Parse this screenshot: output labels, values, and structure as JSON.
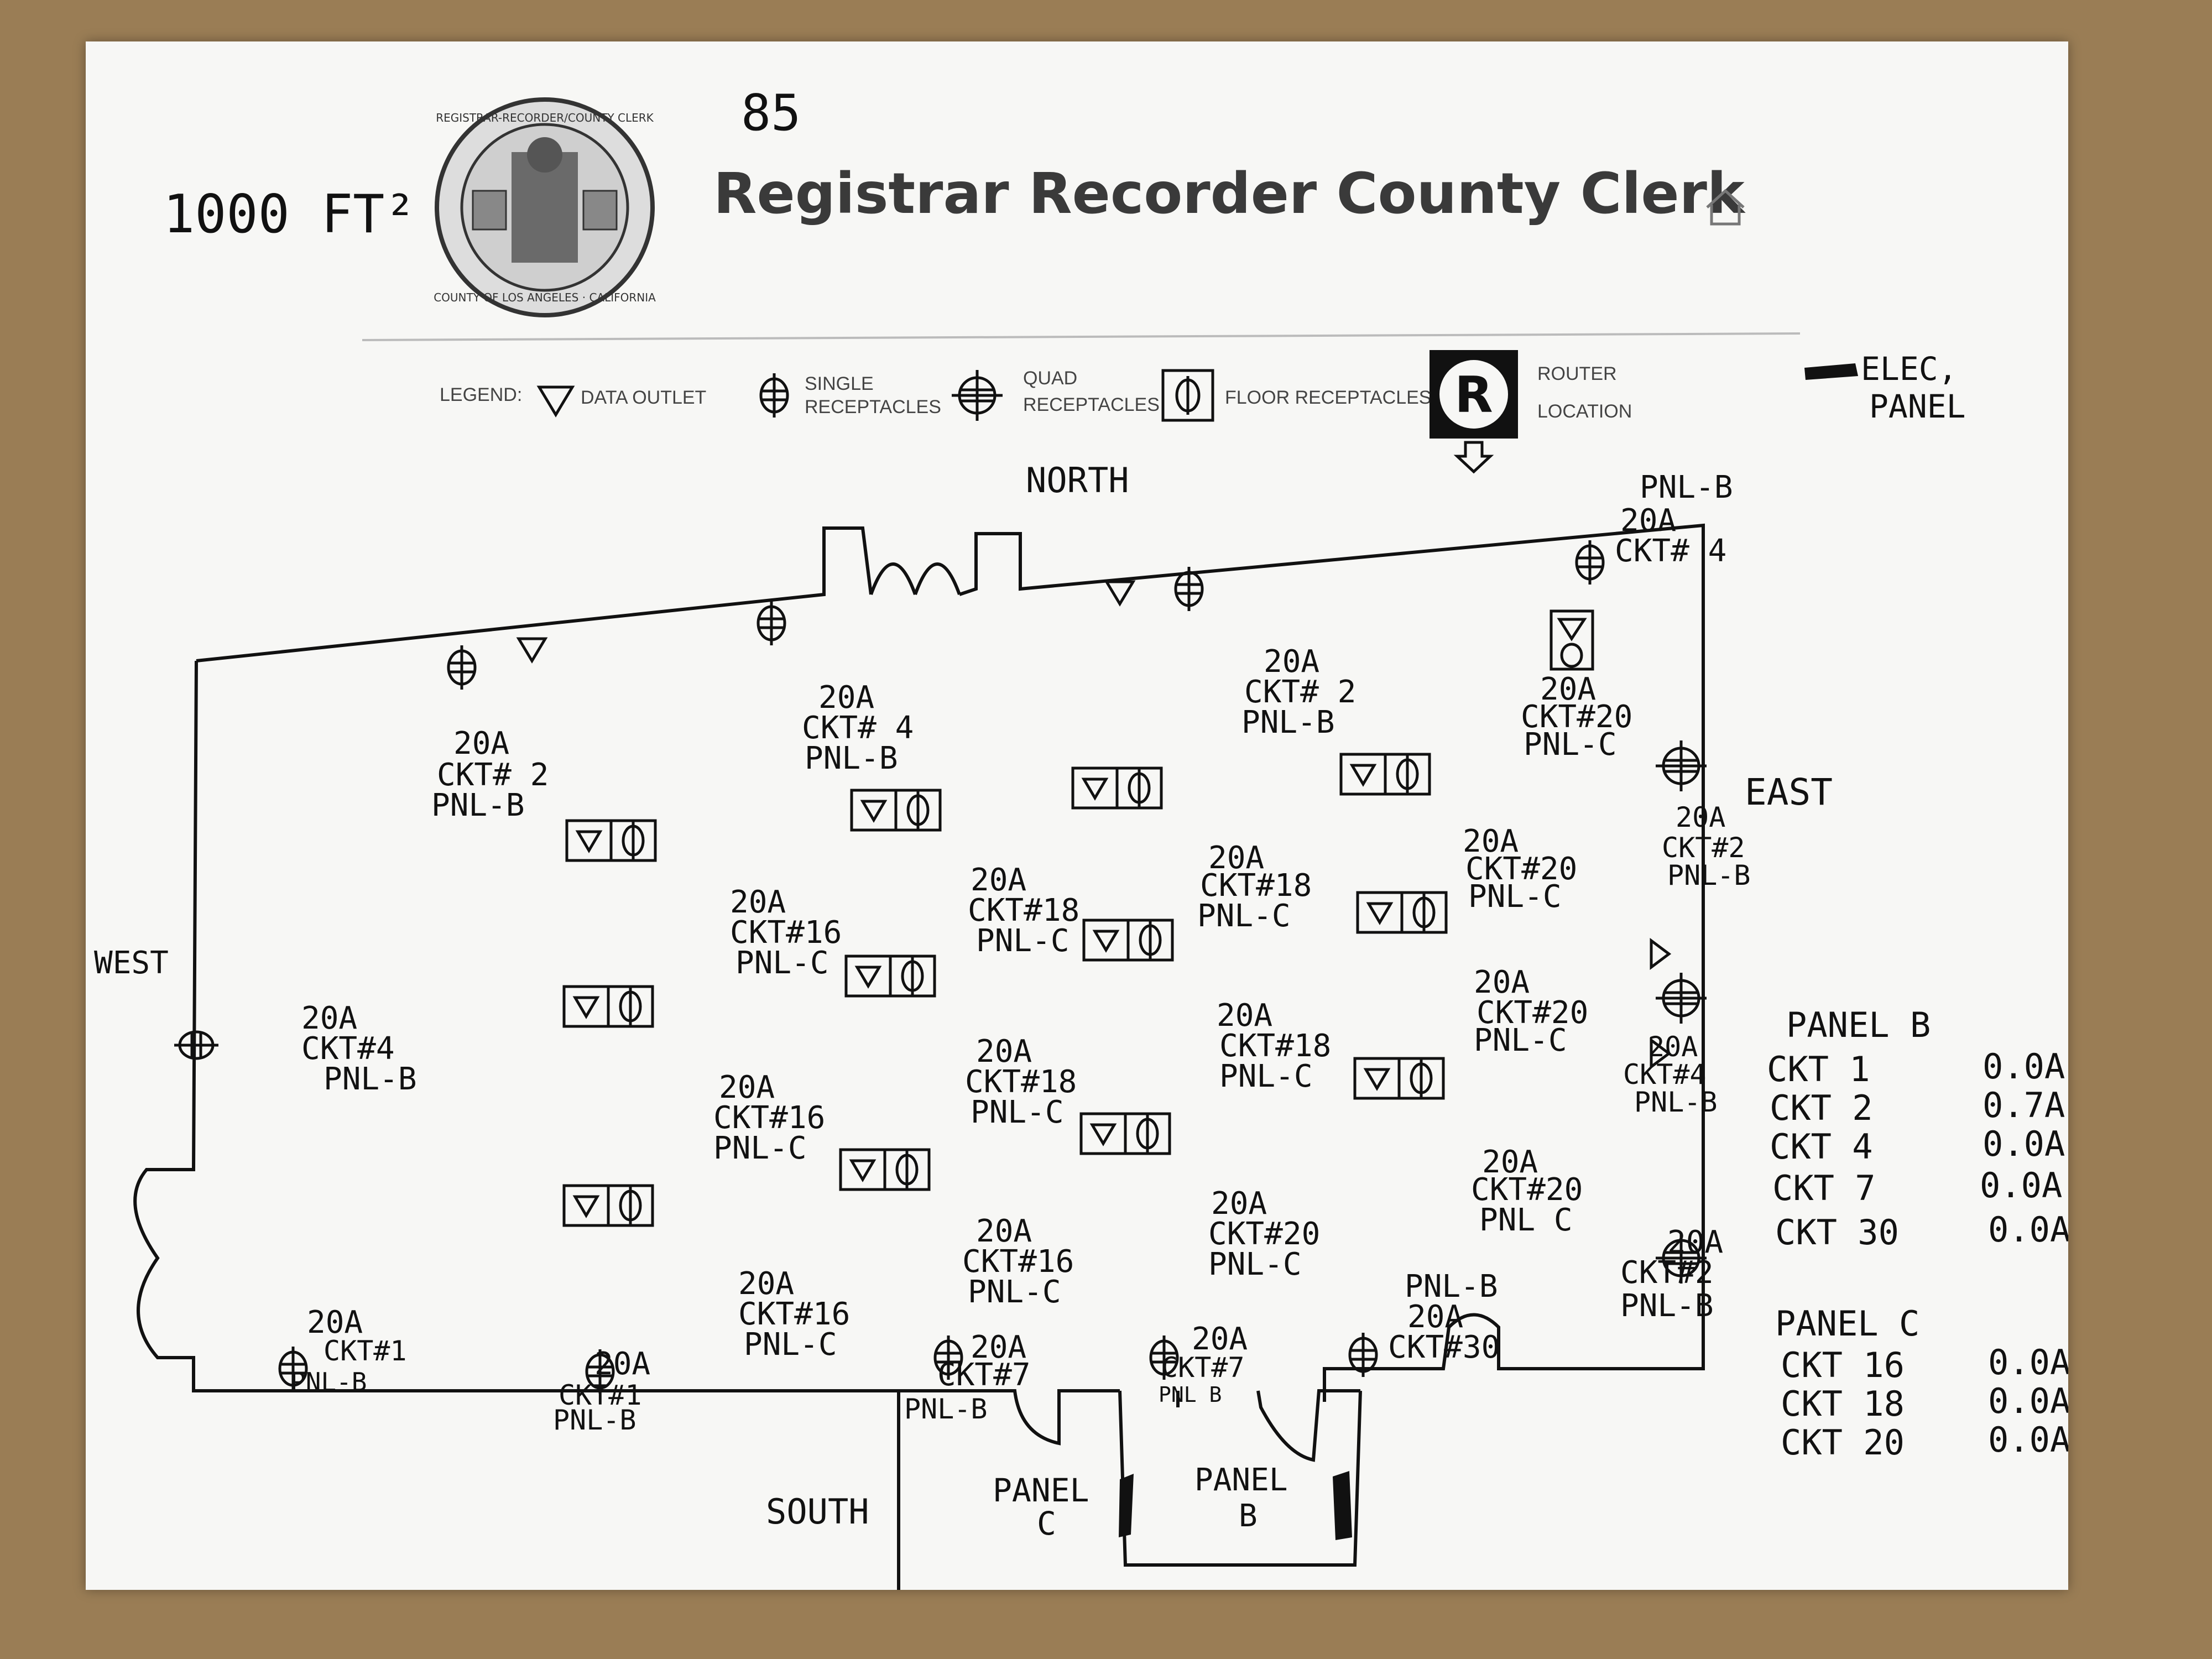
{
  "header": {
    "area": "1000 FT²",
    "page_number": "85",
    "title": "Registrar Recorder County Clerk",
    "seal_text_top": "REGISTRAR-RECORDER/COUNTY CLERK",
    "seal_text_bottom": "COUNTY OF LOS ANGELES · CALIFORNIA",
    "icon": "home-icon"
  },
  "legend": {
    "label": "LEGEND:",
    "data_outlet": "DATA OUTLET",
    "single_a": "SINGLE",
    "single_b": "RECEPTACLES",
    "quad_a": "QUAD",
    "quad_b": "RECEPTACLES",
    "floor": "FLOOR RECEPTACLES",
    "router_a": "ROUTER",
    "router_b": "LOCATION",
    "router_letter": "R",
    "elec_a": "ELEC,",
    "elec_b": "PANEL"
  },
  "directions": {
    "north": "NORTH",
    "south": "SOUTH",
    "east": "EAST",
    "west": "WEST"
  },
  "outlets": [
    {
      "id": "n1",
      "l1": "20A",
      "l2": "CKT# 2",
      "l3": "PNL-B"
    },
    {
      "id": "n2",
      "l1": "20A",
      "l2": "CKT# 4",
      "l3": "PNL-B"
    },
    {
      "id": "n3",
      "l1": "20A",
      "l2": "CKT# 2",
      "l3": "PNL-B"
    },
    {
      "id": "n4",
      "l1": "20A",
      "l2": "CKT#20",
      "l3": "PNL-C"
    },
    {
      "id": "ne",
      "l1": "PNL-B",
      "l2": "20A",
      "l3": "CKT# 4"
    },
    {
      "id": "e1",
      "l1": "20A",
      "l2": "CKT#2",
      "l3": "PNL-B"
    },
    {
      "id": "e2",
      "l1": "20A",
      "l2": "CKT#4",
      "l3": "PNL-B"
    },
    {
      "id": "e3",
      "l1": "20A",
      "l2": "CKT#2",
      "l3": "PNL-B"
    },
    {
      "id": "w1",
      "l1": "20A",
      "l2": "CKT#4",
      "l3": "PNL-B"
    },
    {
      "id": "f1",
      "l1": "20A",
      "l2": "CKT#16",
      "l3": "PNL-C"
    },
    {
      "id": "f2",
      "l1": "20A",
      "l2": "CKT#16",
      "l3": "PNL-C"
    },
    {
      "id": "f3",
      "l1": "20A",
      "l2": "CKT#16",
      "l3": "PNL-C"
    },
    {
      "id": "f4",
      "l1": "20A",
      "l2": "CKT#18",
      "l3": "PNL-C"
    },
    {
      "id": "f5",
      "l1": "20A",
      "l2": "CKT#18",
      "l3": "PNL-C"
    },
    {
      "id": "f6",
      "l1": "20A",
      "l2": "CKT#16",
      "l3": "PNL-C"
    },
    {
      "id": "f7",
      "l1": "20A",
      "l2": "CKT#18",
      "l3": "PNL-C"
    },
    {
      "id": "f8",
      "l1": "20A",
      "l2": "CKT#18",
      "l3": "PNL-C"
    },
    {
      "id": "f9",
      "l1": "20A",
      "l2": "CKT#20",
      "l3": "PNL-C"
    },
    {
      "id": "f10",
      "l1": "20A",
      "l2": "CKT#20",
      "l3": "PNL-C"
    },
    {
      "id": "f11",
      "l1": "20A",
      "l2": "CKT#20",
      "l3": "PNL-C"
    },
    {
      "id": "f12",
      "l1": "20A",
      "l2": "CKT#20",
      "l3": "PNL C"
    },
    {
      "id": "s1",
      "l1": "20A",
      "l2": "CKT#1",
      "l3": "PNL-B"
    },
    {
      "id": "s2",
      "l1": "20A",
      "l2": "CKT#1",
      "l3": "PNL-B"
    },
    {
      "id": "s3",
      "l1": "20A",
      "l2": "CKT#7",
      "l3": "PNL-B"
    },
    {
      "id": "s4",
      "l1": "20A",
      "l2": "CKT#7",
      "l3": "PNL B"
    },
    {
      "id": "s5",
      "l1": "PNL-B",
      "l2": "20A",
      "l3": "CKT#30"
    }
  ],
  "panels": {
    "c_label_a": "PANEL",
    "c_label_b": "C",
    "b_label_a": "PANEL",
    "b_label_b": "B"
  },
  "panel_table_b": {
    "title": "PANEL B",
    "rows": [
      {
        "ckt": "CKT  1",
        "amps": "0.0A"
      },
      {
        "ckt": "CKT  2",
        "amps": "0.7A"
      },
      {
        "ckt": "CKT  4",
        "amps": "0.0A"
      },
      {
        "ckt": "CKT  7",
        "amps": "0.0A"
      },
      {
        "ckt": "CKT 30",
        "amps": "0.0A"
      }
    ]
  },
  "panel_table_c": {
    "title": "PANEL C",
    "rows": [
      {
        "ckt": "CKT 16",
        "amps": "0.0A"
      },
      {
        "ckt": "CKT 18",
        "amps": "0.0A"
      },
      {
        "ckt": "CKT 20",
        "amps": "0.0A"
      }
    ]
  }
}
